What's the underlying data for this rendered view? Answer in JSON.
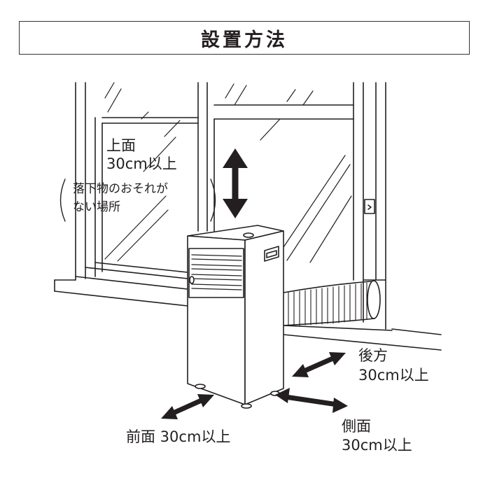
{
  "title": "設置方法",
  "labels": {
    "top_line1": "上面",
    "top_line2": "30cm以上",
    "caution_line1": "落下物のおそれが",
    "caution_line2": "ない場所",
    "rear_line1": "後方",
    "rear_line2": "30cm以上",
    "front": "前面 30cm以上",
    "side_line1": "側面",
    "side_line2": "30cm以上"
  },
  "colors": {
    "line": "#231f20",
    "arrow": "#231f20",
    "background": "#ffffff"
  }
}
